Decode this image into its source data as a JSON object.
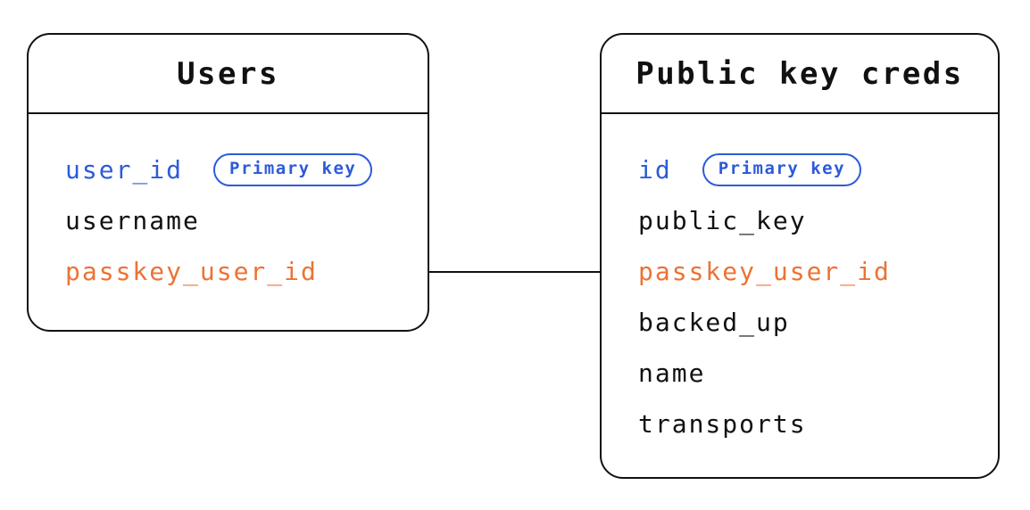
{
  "diagram": {
    "colors": {
      "background": "#ffffff",
      "border": "#111111",
      "text": "#111111",
      "primary_key_blue": "#2d5bd9",
      "foreign_key_orange": "#ed7234"
    },
    "tables": [
      {
        "id": "users",
        "title": "Users",
        "fields": [
          {
            "name": "user_id",
            "role": "primary",
            "badge": "Primary key"
          },
          {
            "name": "username",
            "role": "normal",
            "badge": ""
          },
          {
            "name": "passkey_user_id",
            "role": "foreign",
            "badge": ""
          }
        ]
      },
      {
        "id": "creds",
        "title": "Public key creds",
        "fields": [
          {
            "name": "id",
            "role": "primary",
            "badge": "Primary key"
          },
          {
            "name": "public_key",
            "role": "normal",
            "badge": ""
          },
          {
            "name": "passkey_user_id",
            "role": "foreign",
            "badge": ""
          },
          {
            "name": "backed_up",
            "role": "normal",
            "badge": ""
          },
          {
            "name": "name",
            "role": "normal",
            "badge": ""
          },
          {
            "name": "transports",
            "role": "normal",
            "badge": ""
          }
        ]
      }
    ],
    "relationship": {
      "from": "Users.passkey_user_id",
      "to": "Public key creds.passkey_user_id"
    }
  }
}
